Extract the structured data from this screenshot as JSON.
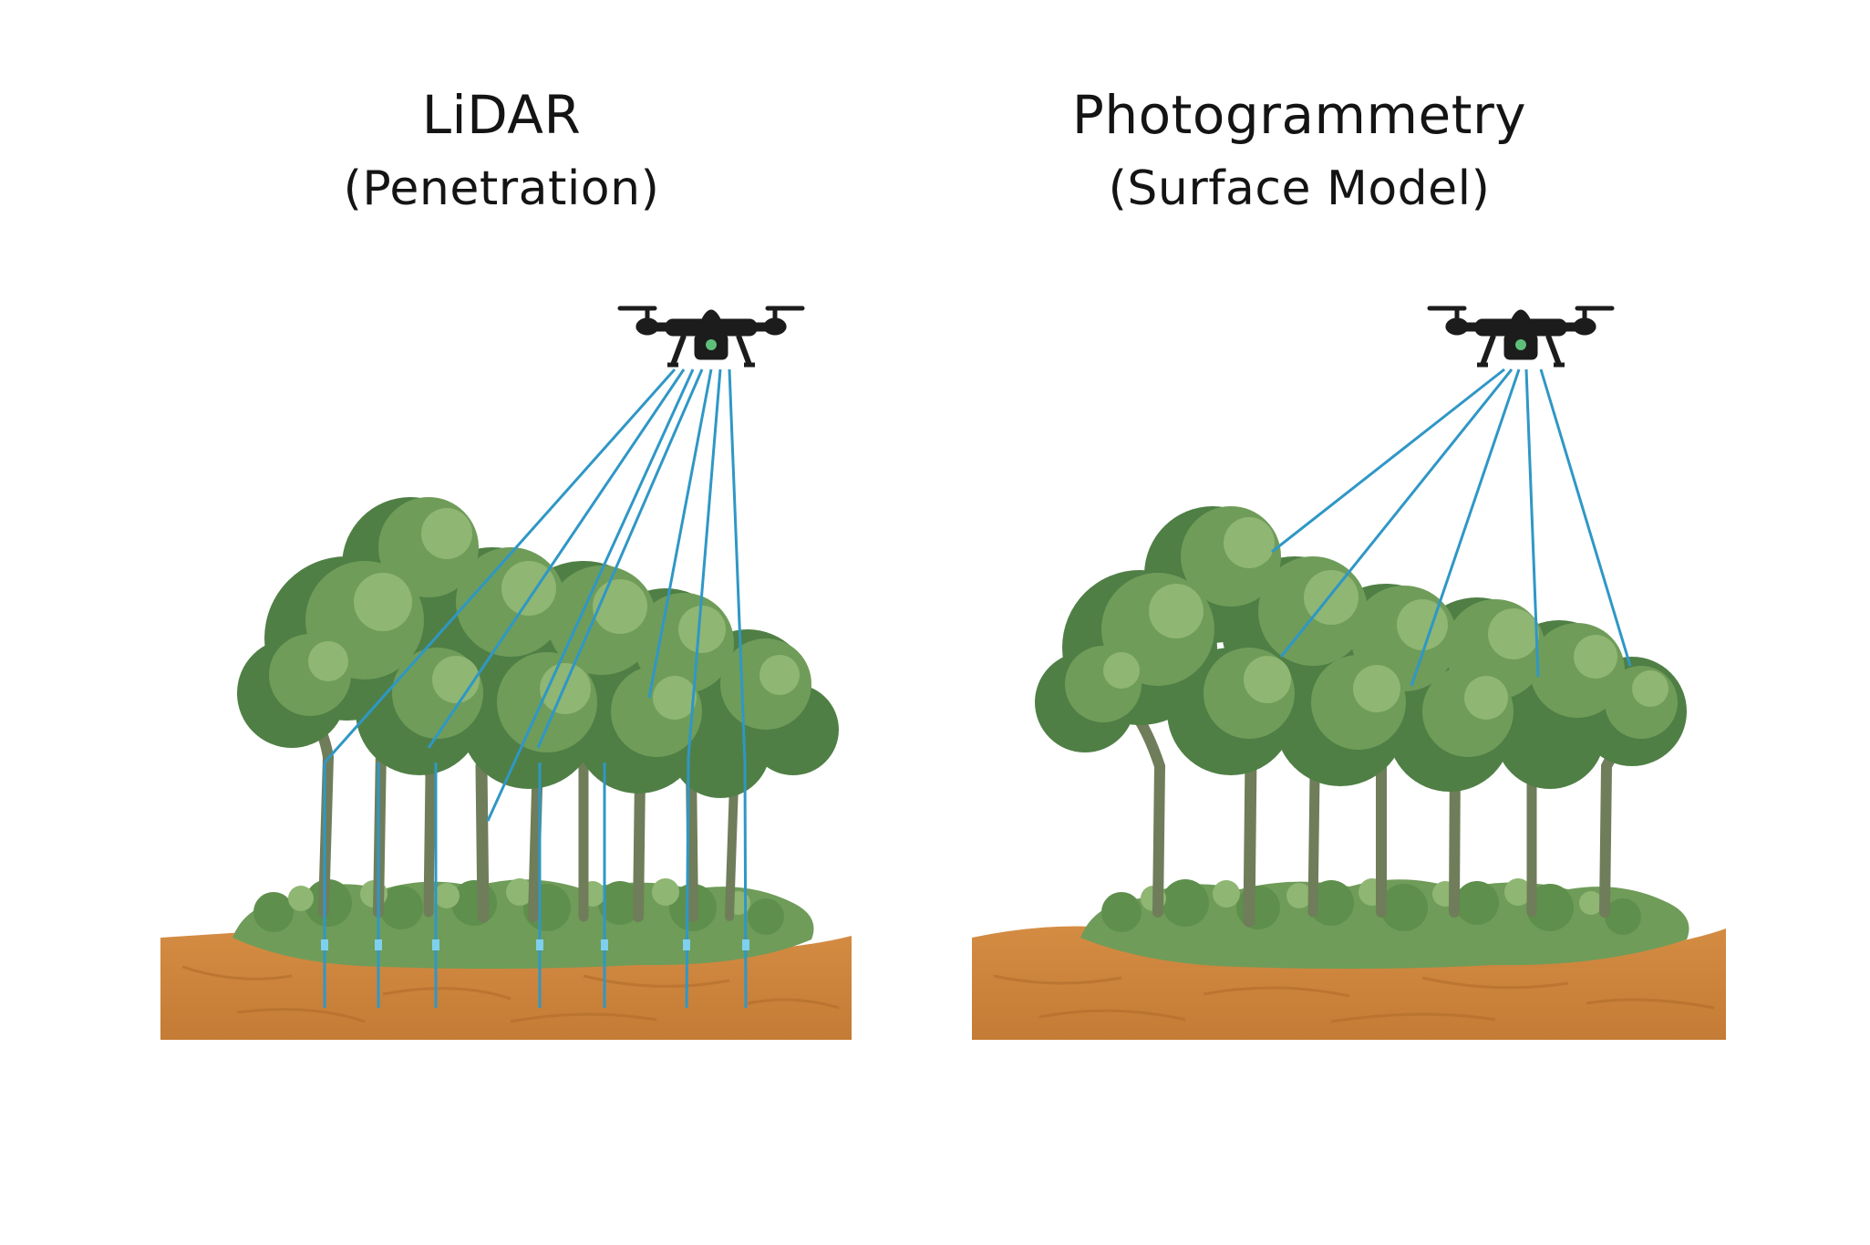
{
  "panels": {
    "lidar": {
      "title": "LiDAR",
      "subtitle": "(Penetration)"
    },
    "photogrammetry": {
      "title": "Photogrammetry",
      "subtitle": "(Surface Model)"
    }
  },
  "colors": {
    "background": "#ffffff",
    "soil": "#cf873f",
    "soil_dark": "#b06d2b",
    "foliage_dark": "#4f7f45",
    "foliage_mid": "#6f9c59",
    "foliage_light": "#8fb672",
    "trunk": "#6f7d5a",
    "beam": "#2f97c6",
    "drone": "#1c1c1c",
    "drone_lens": "#5fbf7a"
  },
  "icons": [
    "drone-icon",
    "tree-icon",
    "laser-beam"
  ]
}
